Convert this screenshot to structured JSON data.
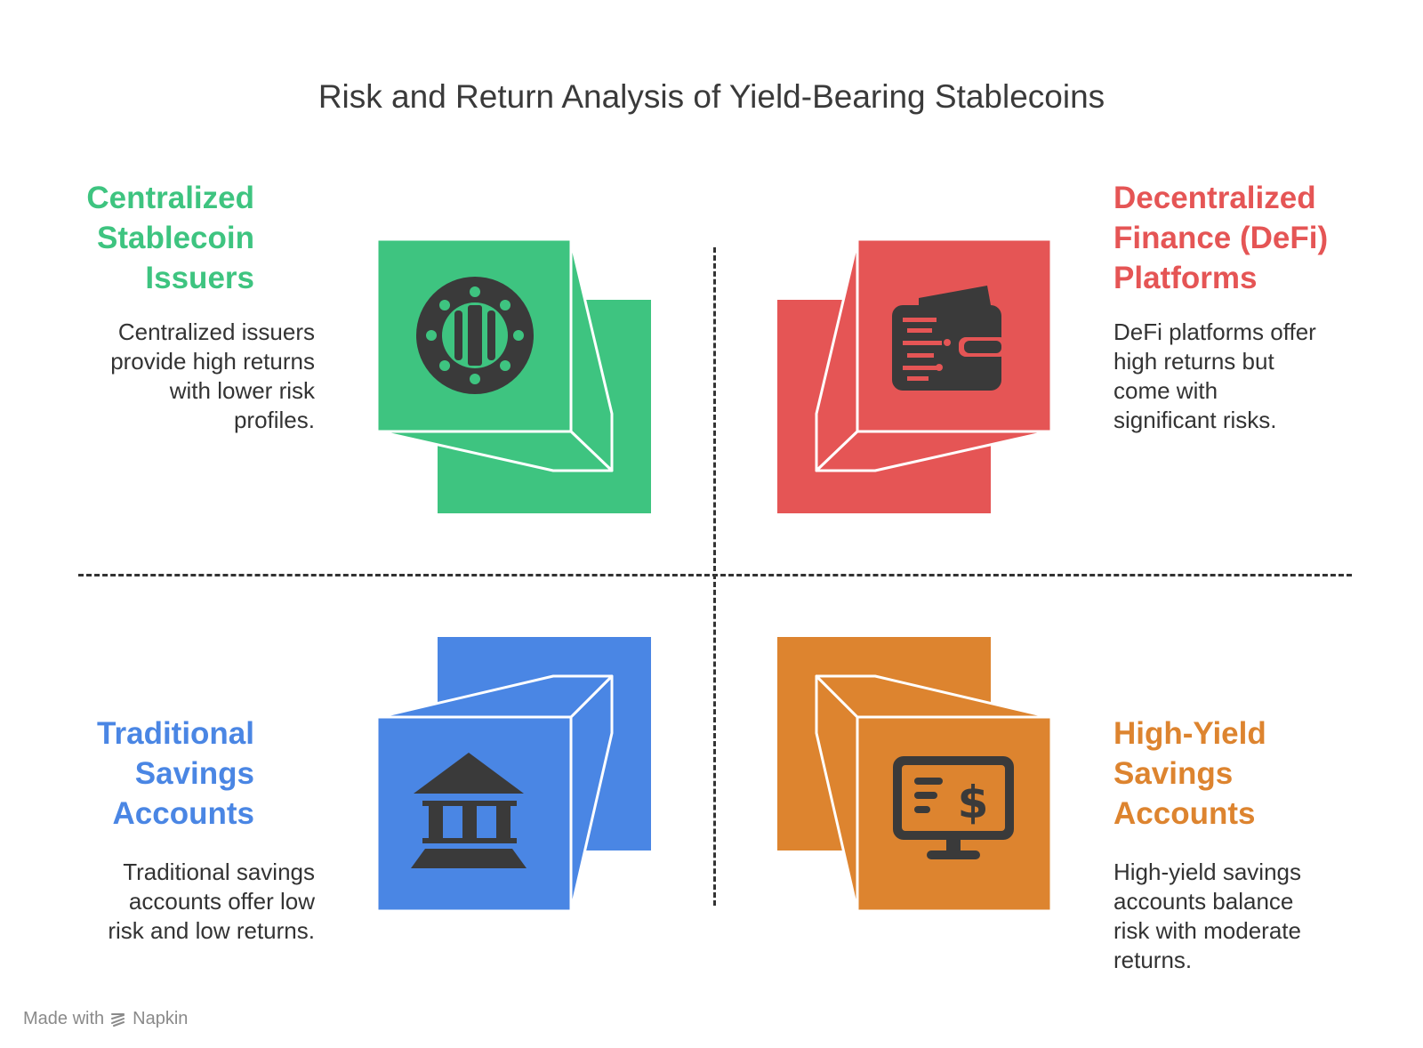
{
  "title": "Risk and Return Analysis of Yield-Bearing Stablecoins",
  "colors": {
    "green": "#3ec480",
    "red": "#e55555",
    "blue": "#4a86e4",
    "orange": "#dd842f",
    "icon": "#3a3a3a"
  },
  "quadrants": [
    {
      "heading_lines": [
        "Centralized",
        "Stablecoin",
        "Issuers"
      ],
      "description_lines": [
        "Centralized issuers",
        "provide high returns",
        "with lower risk",
        "profiles."
      ],
      "icon": "coin-icon"
    },
    {
      "heading_lines": [
        "Decentralized",
        "Finance (DeFi)",
        "Platforms"
      ],
      "description_lines": [
        "DeFi platforms offer",
        "high returns but",
        "come with",
        "significant risks."
      ],
      "icon": "digital-wallet-icon"
    },
    {
      "heading_lines": [
        "Traditional",
        "Savings",
        "Accounts"
      ],
      "description_lines": [
        "Traditional savings",
        "accounts offer low",
        "risk and low returns."
      ],
      "icon": "bank-icon"
    },
    {
      "heading_lines": [
        "High-Yield",
        "Savings",
        "Accounts"
      ],
      "description_lines": [
        "High-yield savings",
        "accounts balance",
        "risk with moderate",
        "returns."
      ],
      "icon": "online-banking-monitor-icon"
    }
  ],
  "footer": {
    "made_with": "Made with",
    "brand": "Napkin",
    "icon": "napkin-logo-icon"
  }
}
